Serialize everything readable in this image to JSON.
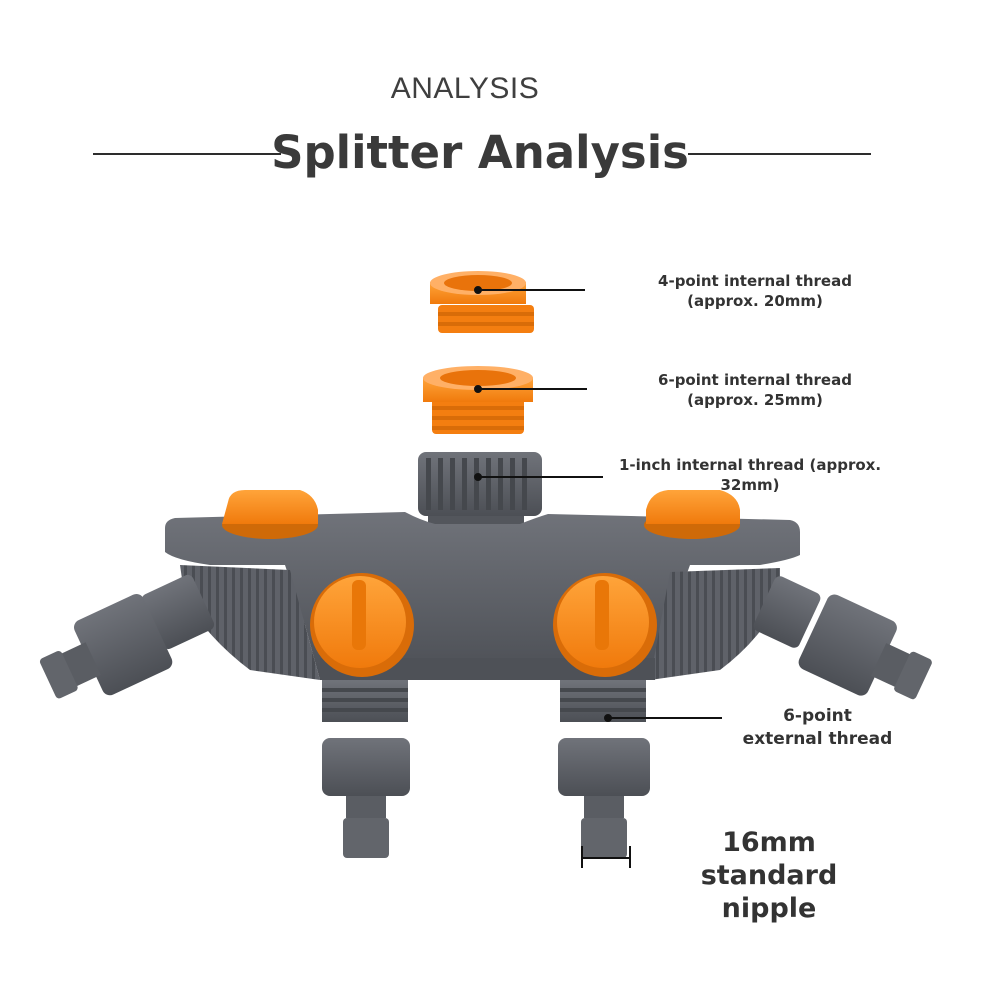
{
  "header": {
    "eyebrow": "ANALYSIS",
    "title": "Splitter Analysis"
  },
  "callouts": {
    "thread_4pt": {
      "line1": "4-point internal thread",
      "line2": "(approx. 20mm)"
    },
    "thread_6pt": {
      "line1": "6-point internal thread",
      "line2": "(approx. 25mm)"
    },
    "thread_1in": {
      "line1": "1-inch internal thread (approx.",
      "line2": "32mm)"
    },
    "external_6pt": {
      "line1": "6-point",
      "line2": "external thread"
    },
    "nipple": {
      "line1": "16mm standard",
      "line2": "nipple"
    }
  },
  "colors": {
    "body_gray": "#5c5f66",
    "body_dark": "#4a4d53",
    "accent_orange": "#ff8c1a",
    "text": "#333333"
  }
}
